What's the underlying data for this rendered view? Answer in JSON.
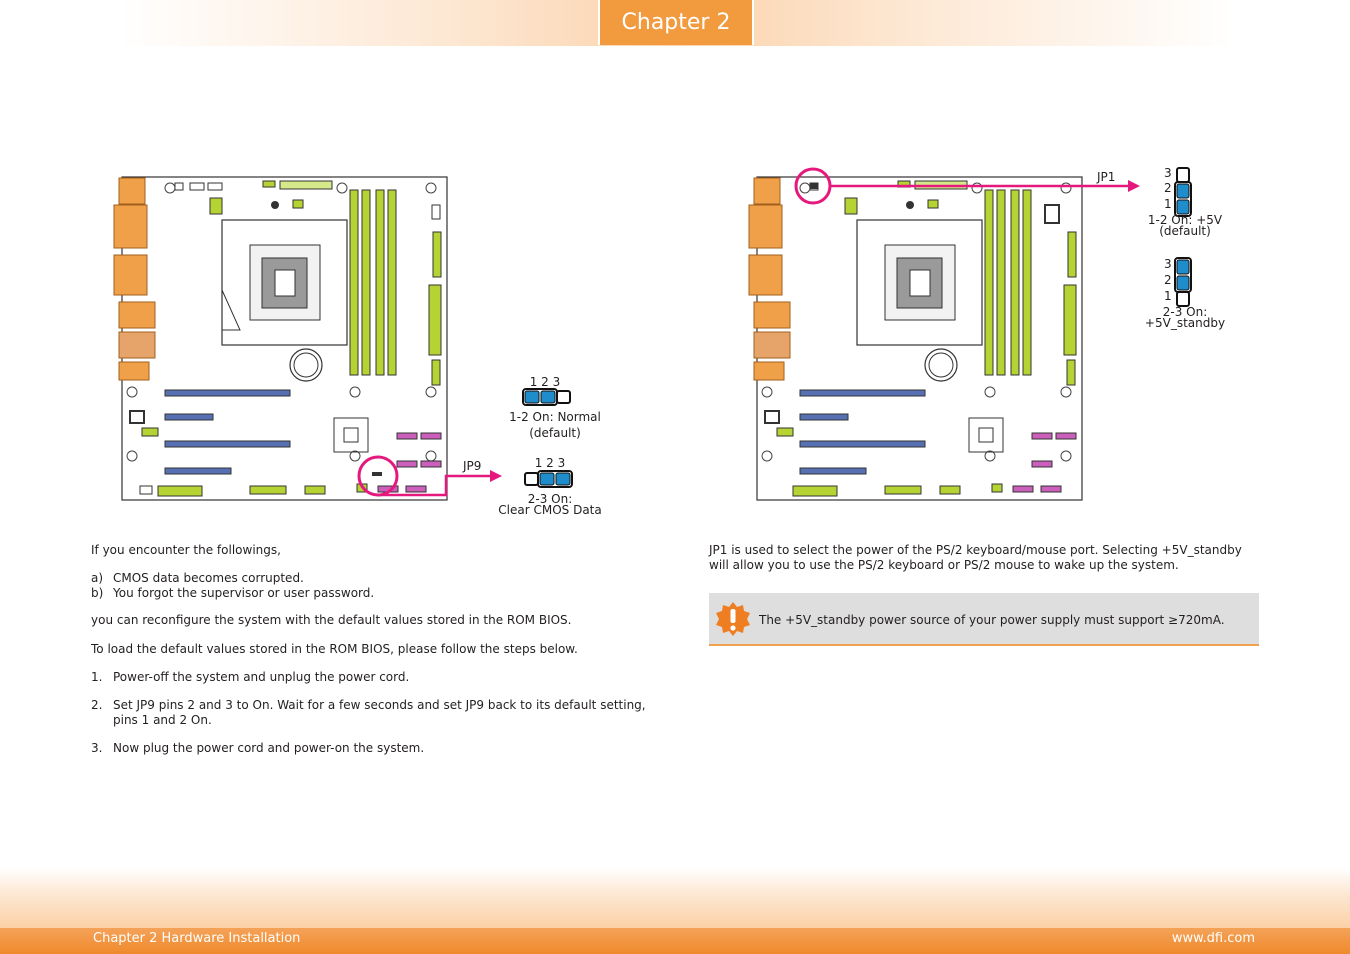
{
  "header": {
    "chapter_tab": "Chapter 2"
  },
  "footer": {
    "left": "Chapter 2 Hardware Installation",
    "right": "www.dfi.com"
  },
  "left_panel": {
    "jp9_label": "JP9",
    "pins_top": "1  2  3",
    "setting1_line1": "1-2 On: Normal",
    "setting1_line2": "(default)",
    "pins_bottom": "1  2  3",
    "setting2_line1": "2-3 On:",
    "setting2_line2": "Clear CMOS Data",
    "intro": "If you encounter the followings,",
    "items": [
      {
        "marker": "a)",
        "text": "CMOS data becomes corrupted."
      },
      {
        "marker": "b)",
        "text": "You forgot the supervisor or user password."
      }
    ],
    "reconfigure": "you can reconfigure the system with the default values stored in the ROM BIOS.",
    "load_defaults": "To load the default values stored in the ROM BIOS, please follow the steps below.",
    "steps": [
      {
        "marker": "1.",
        "line1": "Power-off the system and unplug the power cord.",
        "line2": ""
      },
      {
        "marker": "2.",
        "line1": "Set JP9 pins 2 and 3 to On. Wait for a few seconds and set JP9 back to its default setting,",
        "line2": "pins 1 and 2 On."
      },
      {
        "marker": "3.",
        "line1": "Now plug the power cord and power-on the system.",
        "line2": ""
      }
    ]
  },
  "right_panel": {
    "jp1_label": "JP1",
    "top_jumper_pins": [
      "3",
      "2",
      "1"
    ],
    "setting1_line1": "1-2 On: +5V",
    "setting1_line2": "(default)",
    "bottom_jumper_pins": [
      "3",
      "2",
      "1"
    ],
    "setting2_line1": "2-3 On:",
    "setting2_line2": "+5V_standby",
    "description_line1": "JP1 is used to select the power of the PS/2 keyboard/mouse port. Selecting +5V_standby",
    "description_line2": "will allow you to use the PS/2 keyboard or PS/2 mouse to wake up the system.",
    "note": "The +5V_standby power source of your power supply must support ≥720mA."
  },
  "colors": {
    "accent_orange": "#f19a3e",
    "jumper_blue": "#1f8ccb",
    "highlight_magenta": "#e5197d",
    "dimm_green": "#b6d334"
  }
}
